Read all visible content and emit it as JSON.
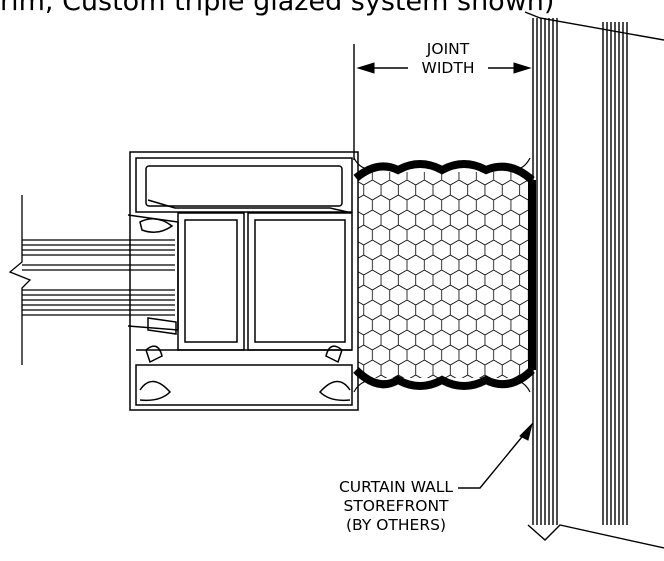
{
  "caption": "rim, Custom triple glazed system shown)",
  "joint_width": {
    "line1": "JOINT",
    "line2": "WIDTH"
  },
  "curtain_wall": {
    "line1": "CURTAIN WALL",
    "line2": "STOREFRONT",
    "line3": "(BY OTHERS)"
  },
  "colors": {
    "stroke": "#000000",
    "background": "#ffffff",
    "seal": "#000000"
  }
}
